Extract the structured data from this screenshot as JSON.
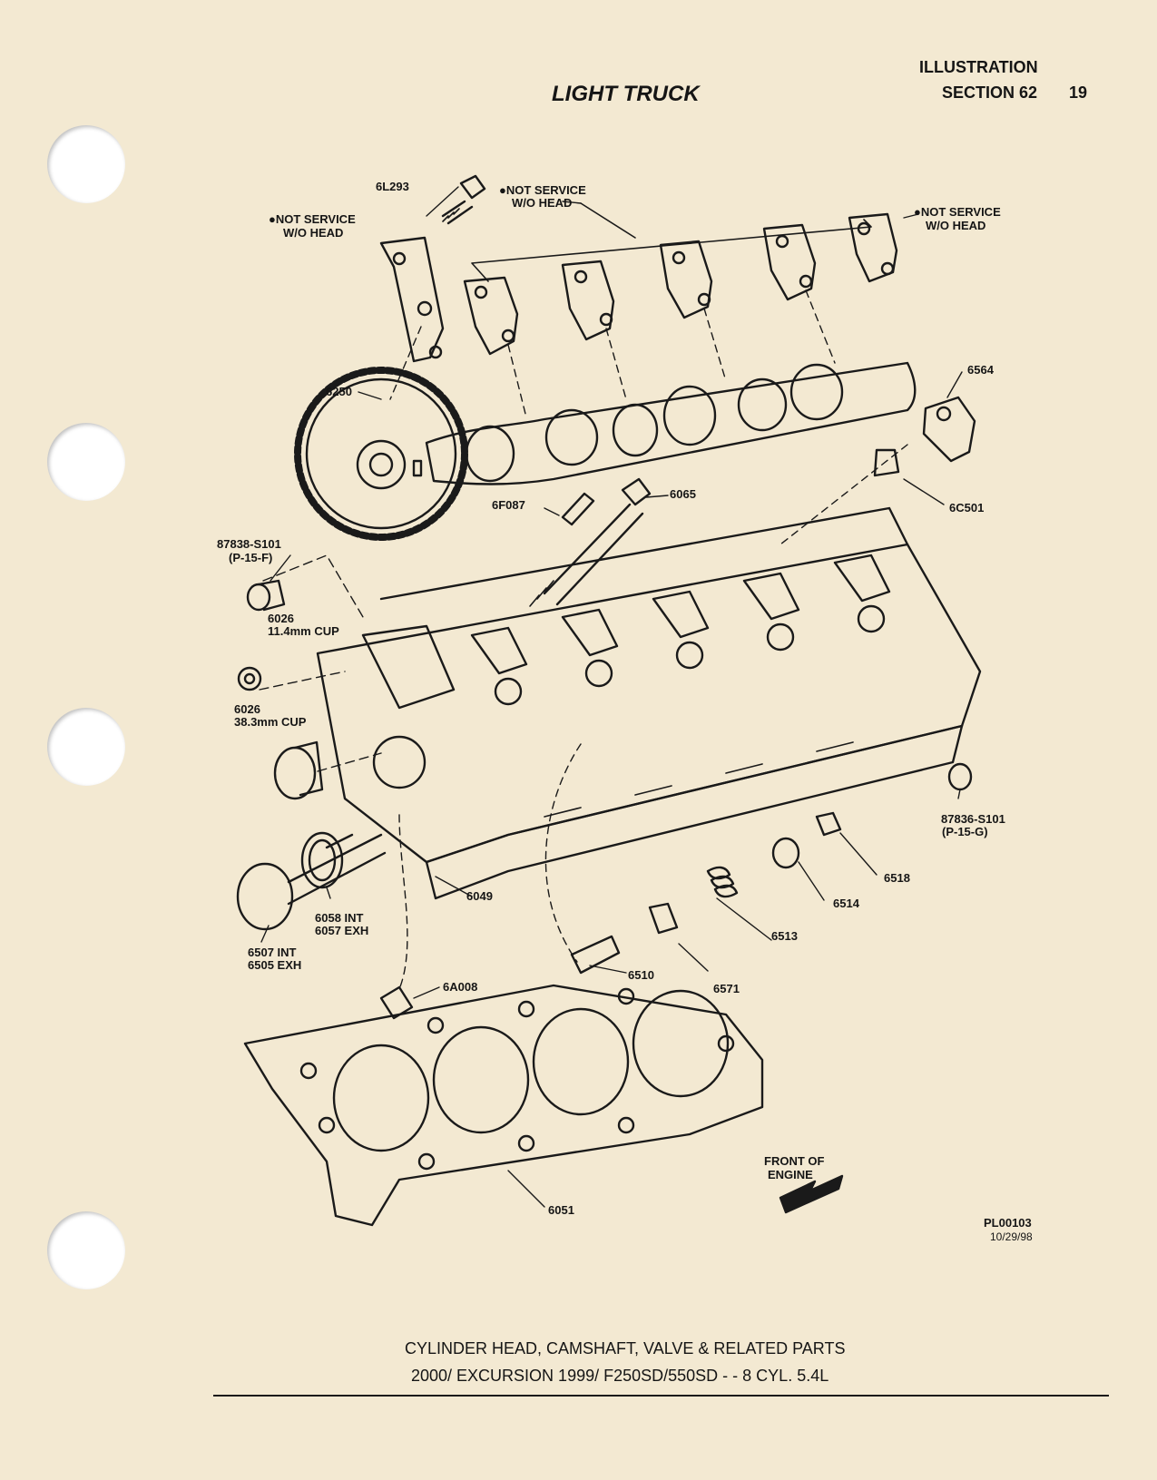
{
  "header": {
    "section_title": "ILLUSTRATION",
    "section_number": "SECTION 62",
    "page_number": "19",
    "doc_title": "LIGHT TRUCK"
  },
  "callouts": {
    "bolt_6l293": "6L293",
    "not_service_left_1": "●NOT SERVICE",
    "not_service_left_2": "W/O HEAD",
    "not_service_center_1": "●NOT SERVICE",
    "not_service_center_2": "W/O HEAD",
    "not_service_right_1": "●NOT SERVICE",
    "not_service_right_2": "W/O HEAD",
    "gear_6250": "6250",
    "rocker_6564": "6564",
    "dowel_6f087": "6F087",
    "bolt_6065": "6065",
    "adjuster_6c501": "6C501",
    "plug_87838": "87838-S101",
    "plug_87838_ref": "(P-15-F)",
    "cup_small": "6026",
    "cup_small_size": "11.4mm CUP",
    "cup_large": "6026",
    "cup_large_size": "38.3mm CUP",
    "plug_87836": "87836-S101",
    "plug_87836_ref": "(P-15-G)",
    "keeper_6518": "6518",
    "retainer_6514": "6514",
    "spring_6513": "6513",
    "seal_6571": "6571",
    "lifter_6510": "6510",
    "head_6049": "6049",
    "seat_int": "6058 INT",
    "seat_exh": "6057 EXH",
    "valve_int": "6507 INT",
    "valve_exh": "6505 EXH",
    "dowel_6a008": "6A008",
    "gasket_6051": "6051",
    "front_of_engine_1": "FRONT OF",
    "front_of_engine_2": "ENGINE",
    "plate_code": "PL00103",
    "plate_date": "10/29/98"
  },
  "footer": {
    "line1": "CYLINDER HEAD, CAMSHAFT, VALVE & RELATED PARTS",
    "line2": "2000/ EXCURSION 1999/ F250SD/550SD  - - 8 CYL. 5.4L"
  }
}
